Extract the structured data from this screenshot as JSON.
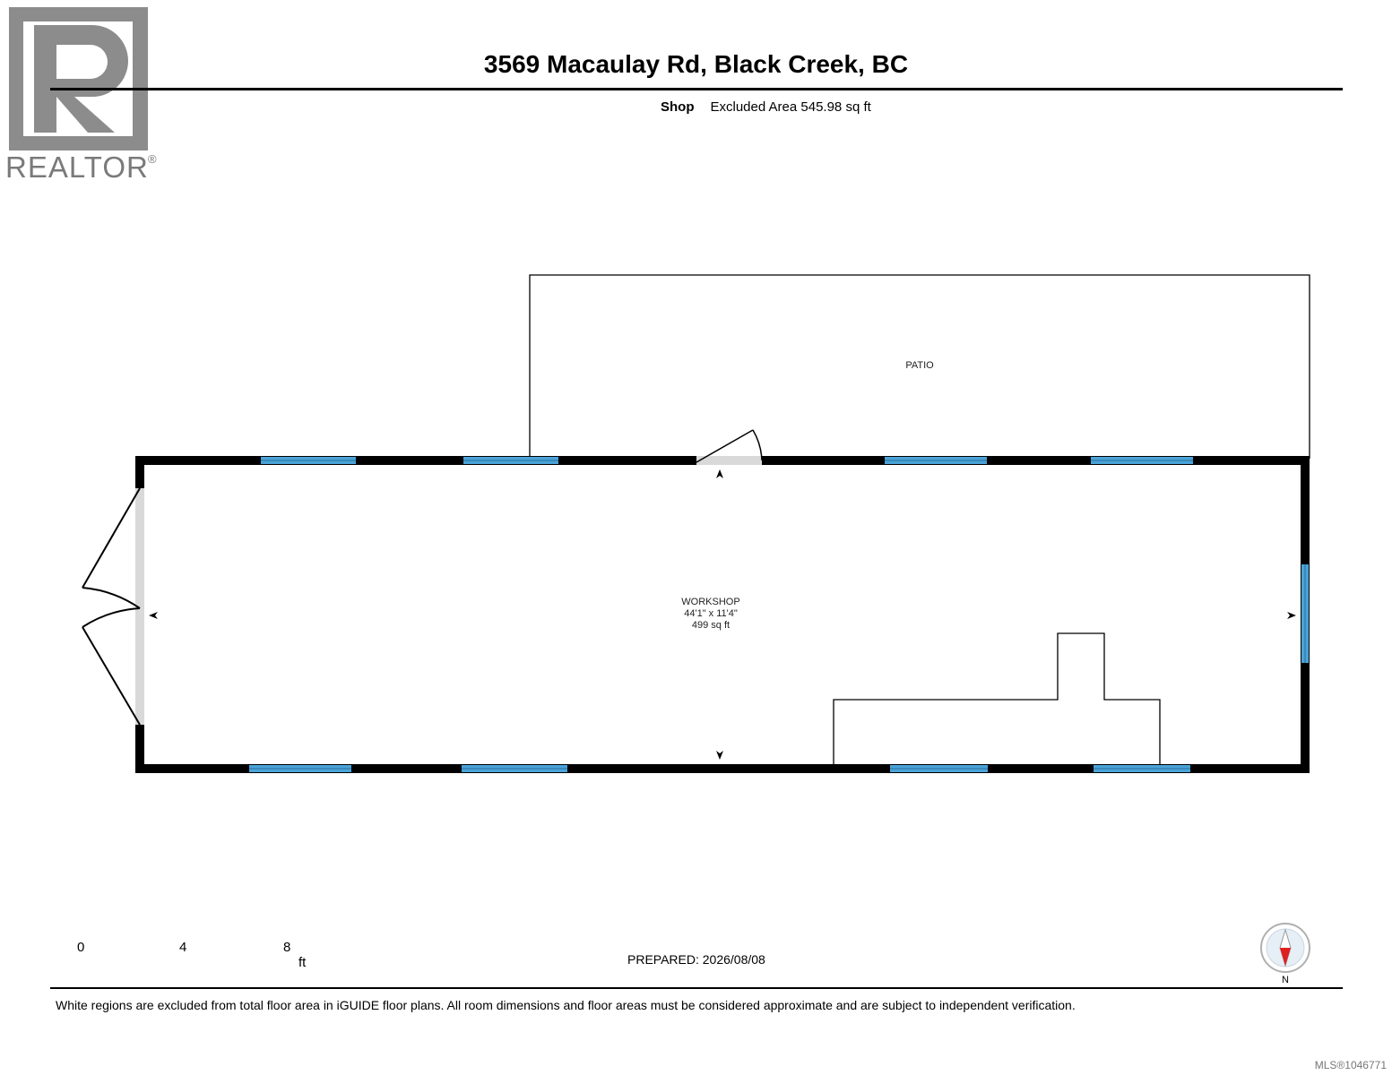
{
  "logo": {
    "brand": "REALTOR",
    "registered_mark": "®",
    "icon": "realtor-r-logo"
  },
  "header": {
    "title": "3569 Macaulay Rd, Black Creek, BC",
    "subtitle_bold": "Shop",
    "subtitle_rest": "Excluded Area 545.98 sq ft"
  },
  "plan": {
    "patio_label": "PATIO",
    "room_name": "WORKSHOP",
    "room_dims": "44'1\" x 11'4\"",
    "room_area": "499 sq ft",
    "colors": {
      "wall": "#000000",
      "window": "#4aa3d8",
      "door_threshold": "#d9d9d9"
    }
  },
  "scale_bar": {
    "tick0": "0",
    "tick1": "4",
    "tick2": "8",
    "unit": "ft"
  },
  "footer": {
    "prepared": "PREPARED: 2026/08/08",
    "disclaimer": "White regions are excluded from total floor area in iGUIDE floor plans. All room dimensions and floor areas must be considered approximate and are subject to independent verification.",
    "mls": "MLS®1046771",
    "compass_label": "N",
    "compass_icon": "compass-north-icon"
  }
}
